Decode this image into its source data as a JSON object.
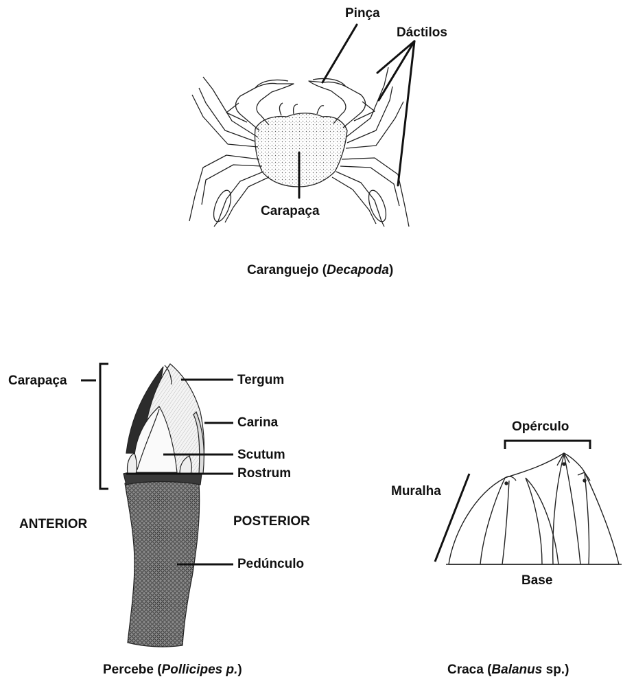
{
  "crab": {
    "labels": {
      "pinca": "Pinça",
      "dactilos": "Dáctilos",
      "carapaca": "Carapaça"
    },
    "caption": {
      "prefix": "Caranguejo (",
      "species": "Decapoda",
      "suffix": ")"
    }
  },
  "barnacle": {
    "labels": {
      "carapaca": "Carapaça",
      "tergum": "Tergum",
      "carina": "Carina",
      "scutum": "Scutum",
      "rostrum": "Rostrum",
      "pedunculo": "Pedúnculo",
      "anterior": "ANTERIOR",
      "posterior": "POSTERIOR"
    },
    "caption": {
      "prefix": "Percebe (",
      "species": "Pollicipes p.",
      "suffix": ")"
    }
  },
  "acorn": {
    "labels": {
      "operculo": "Opérculo",
      "muralha": "Muralha",
      "base": "Base"
    },
    "caption": {
      "prefix": "Craca (",
      "species": "Balanus",
      "suffix": " sp.)"
    }
  },
  "colors": {
    "ink": "#111111",
    "peduncle": "#555555",
    "background": "#ffffff"
  }
}
